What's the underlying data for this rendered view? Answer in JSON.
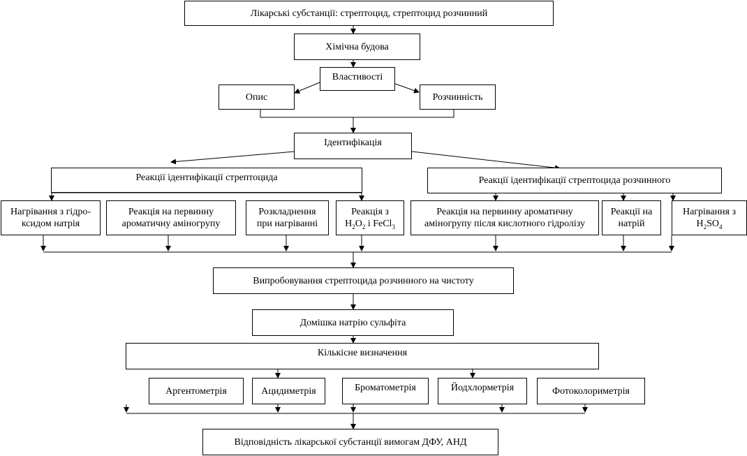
{
  "nodes": {
    "substances": "Лікарські субстанції: стрептоцид, стрептоцид розчинний",
    "structure": "Хімічна будова",
    "properties": "Властивості",
    "description": "Опис",
    "solubility": "Розчинність",
    "identification": "Ідентифікація",
    "ident_streptocid": "Реакції ідентифікації стрептоцида",
    "ident_streptocid_soluble": "Реакції ідентифікації стрептоцида розчинного",
    "heating_naoh": [
      "Нагрівання з гідро-",
      "ксидом натрія"
    ],
    "primary_amine": [
      "Реакція на первинну",
      "ароматичну аміногрупу"
    ],
    "decomposition": [
      "Розкладнення",
      "при нагріванні"
    ],
    "h2o2_fecl3": {
      "line1": "Реакція з",
      "h": "H",
      "h_sub": "2",
      "o": "O",
      "o_sub": "2",
      "mid": " і FeCl",
      "cl_sub": "3"
    },
    "primary_amine_hydrolysis": [
      "Реакція на первинну ароматичну",
      "аміногрупу після кислотного гідролізу"
    ],
    "sodium": [
      "Реакції на",
      "натрій"
    ],
    "heating_h2so4": {
      "line1": "Нагрівання з",
      "h": "H",
      "h_sub": "2",
      "so": "SO",
      "so_sub": "4"
    },
    "purity": "Випробовування стрептоцида розчинного на чистоту",
    "sulfite": "Домішка натрію сульфіта",
    "quantitative": "Кількісне визначення",
    "argentometry": "Аргентометрія",
    "acidimetry": "Ацидиметрія",
    "bromatometry": "Броматометрія",
    "iodochlorometry": "Йодхлорметрія",
    "photocolorimetry": "Фотоколориметрія",
    "compliance": "Відповідність лікарської субстанції вимогам ДФУ, АНД"
  }
}
